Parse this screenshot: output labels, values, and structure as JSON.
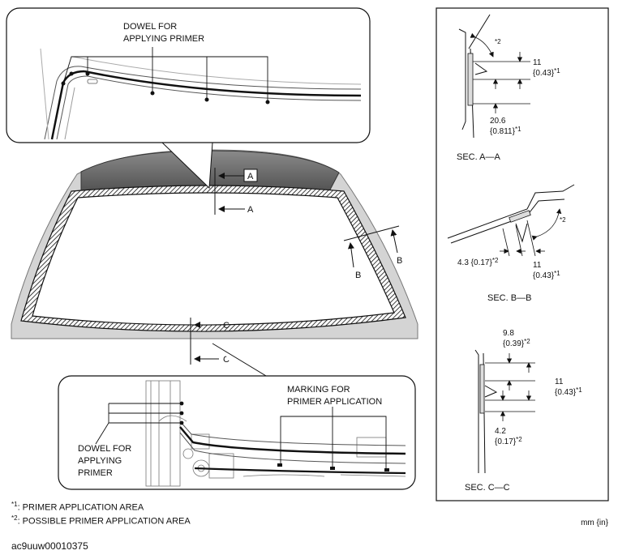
{
  "callouts": {
    "dowel_top_1": "DOWEL FOR",
    "dowel_top_2": "APPLYING PRIMER",
    "dowel_bottom_1": "DOWEL FOR",
    "dowel_bottom_2": "APPLYING",
    "dowel_bottom_3": "PRIMER",
    "marking_1": "MARKING FOR",
    "marking_2": "PRIMER APPLICATION"
  },
  "section_marks": {
    "a": "A",
    "b": "B",
    "c": "C"
  },
  "sec_aa": {
    "title": "SEC. A—A",
    "dim1_val": "11",
    "dim1_in": "{0.43}",
    "dim1_note": "*1",
    "dim2_val": "20.6",
    "dim2_in": "{0.811}",
    "dim2_note": "*1",
    "angle_note": "*2"
  },
  "sec_bb": {
    "title": "SEC. B—B",
    "dim1": "4.3 {0.17}",
    "dim1_note": "*2",
    "dim2_val": "11",
    "dim2_in": "{0.43}",
    "dim2_note": "*1",
    "angle_note": "*2"
  },
  "sec_cc": {
    "title": "SEC. C—C",
    "dim1_val": "9.8",
    "dim1_in": "{0.39}",
    "dim1_note": "*2",
    "dim2_val": "11",
    "dim2_in": "{0.43}",
    "dim2_note": "*1",
    "dim3_val": "4.2",
    "dim3_in": "{0.17}",
    "dim3_note": "*2"
  },
  "footnotes": [
    {
      "mark": "*1",
      "text": ": PRIMER APPLICATION AREA"
    },
    {
      "mark": "*2",
      "text": ": POSSIBLE PRIMER APPLICATION AREA"
    }
  ],
  "units": "mm {in}",
  "figure_id": "ac9uuw00010375",
  "colors": {
    "roof": "#6e6e6e",
    "body": "#d6d6d6",
    "line": "#111111"
  }
}
